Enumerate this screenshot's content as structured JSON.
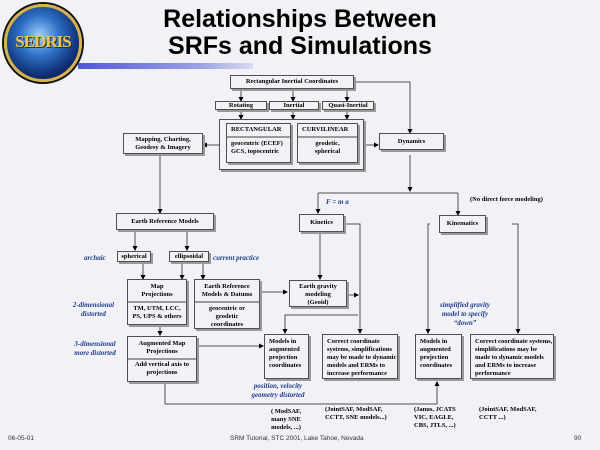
{
  "slide": {
    "title_line1": "Relationships Between",
    "title_line2": "SRFs and Simulations",
    "logo_text": "SEDRIS"
  },
  "boxes": {
    "rect_inertial": "Rectangular Inertial Coordinates",
    "rotating": "Rotating",
    "inertial": "Inertial",
    "quasi_inertial": "Quasi-Inertial",
    "rectangular_title": "RECTANGULAR",
    "rectangular_body": "geocentric (ECEF) GCS, topocentric",
    "curvilinear_title": "CURVILINEAR",
    "curvilinear_body": "geodetic, spherical",
    "mapping": "Mapping, Charting, Geodesy & Imagery",
    "dynamics": "Dynamics",
    "earth_ref_models": "Earth Reference Models",
    "kinetics": "Kinetics",
    "kinematics": "Kinematics",
    "spherical": "spherical",
    "ellipsoidal": "ellipsoidal",
    "map_proj_title": "Map Projections",
    "map_proj_body": "TM, UTM, LCC, PS, UPS & others",
    "erm_datums_title": "Earth Reference Models & Datums",
    "erm_datums_body": "geocentric or geodetic coordinates",
    "gravity": "Earth gravity modeling (Geoid)",
    "aug_title": "Augmented Map Projections",
    "aug_body": "Add vertical axis to projections",
    "models_aug_1": "Models in augmented projection coordinates",
    "correct_1": "Correct coordinate systems, simplifications may be made to dynamic models and ERMs to increase performance",
    "models_aug_2": "Models in augmented projection coordinates",
    "correct_2": "Correct coordinate systems, simplifications may be made to dynamic models and ERMs to increase performance"
  },
  "labels": {
    "fma": "F = m a",
    "no_direct": "(No direct force modeling)",
    "archaic": "archaic",
    "current": "current practice",
    "two_dim_1": "2-dimensional",
    "two_dim_2": "distorted",
    "three_dim_1": "3-dimensional",
    "three_dim_2": "more distorted",
    "simplified_1": "simplified gravity",
    "simplified_2": "model to specify",
    "simplified_3": "“down”",
    "pos_vel_1": "position, velocity",
    "pos_vel_2": "geometry distorted"
  },
  "examples": {
    "ex1": "( ModSAF, many SNE models, ...)",
    "ex2": "(JointSAF, ModSAF, CCTT, SNE models...)",
    "ex3": "(Janus, JCATS VIC, EAGLE, CBS, JTLS, ...)",
    "ex4": "(JointSAF, ModSAF, CCTT ...)"
  },
  "footer": {
    "date": "06-05-01",
    "center": "SRM Tutorial, STC 2001, Lake Tahoe, Nevada",
    "page": "90"
  }
}
